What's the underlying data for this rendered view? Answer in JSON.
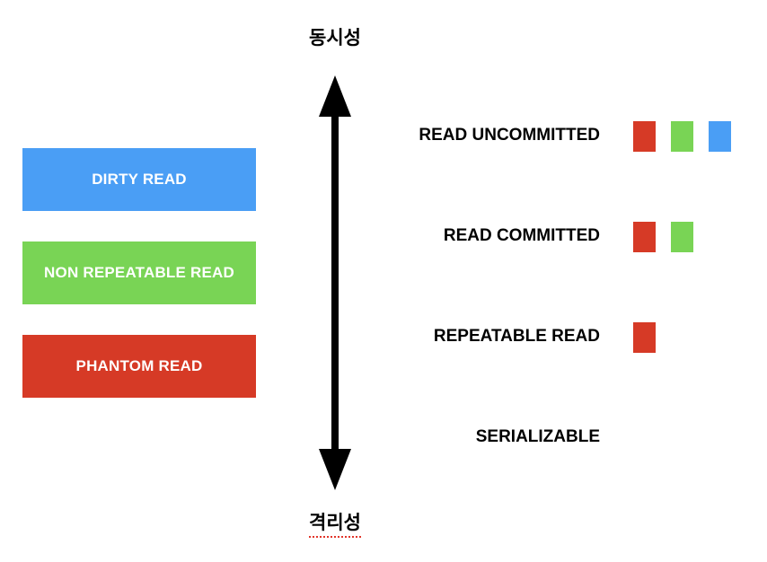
{
  "diagram": {
    "title_top": "동시성",
    "title_bottom": "격리성",
    "background": "#ffffff",
    "arrow": {
      "name": "double-headed-vertical-arrow",
      "color": "#000000",
      "direction": "both"
    }
  },
  "colors": {
    "dirty_read": "#4a9ef5",
    "non_repeatable_read": "#79d455",
    "phantom_read": "#d63a26",
    "text": "#000000",
    "label_text": "#ffffff",
    "spellcheck_underline": "#e2352a"
  },
  "legend": {
    "items": [
      {
        "label": "DIRTY READ",
        "color": "#4a9ef5",
        "key": "dirty_read"
      },
      {
        "label": "NON REPEATABLE READ",
        "color": "#79d455",
        "key": "non_repeatable_read"
      },
      {
        "label": "PHANTOM READ",
        "color": "#d63a26",
        "key": "phantom_read"
      }
    ]
  },
  "levels": {
    "items": [
      {
        "label": "READ UNCOMMITTED",
        "swatches": [
          "#d63a26",
          "#79d455",
          "#4a9ef5"
        ],
        "swatch_keys": [
          "phantom_read",
          "non_repeatable_read",
          "dirty_read"
        ]
      },
      {
        "label": "READ COMMITTED",
        "swatches": [
          "#d63a26",
          "#79d455"
        ],
        "swatch_keys": [
          "phantom_read",
          "non_repeatable_read"
        ]
      },
      {
        "label": "REPEATABLE READ",
        "swatches": [
          "#d63a26"
        ],
        "swatch_keys": [
          "phantom_read"
        ]
      },
      {
        "label": "SERIALIZABLE",
        "swatches": [],
        "swatch_keys": []
      }
    ]
  }
}
